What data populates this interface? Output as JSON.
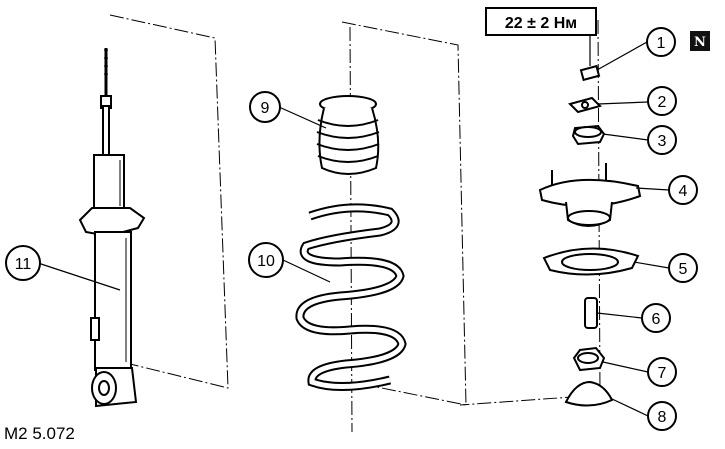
{
  "torque_spec": "22 ± 2 Нм",
  "note_badge": "N",
  "figure_id": "M2 5.072",
  "callouts": [
    "1",
    "2",
    "3",
    "4",
    "5",
    "6",
    "7",
    "8",
    "9",
    "10",
    "11"
  ]
}
